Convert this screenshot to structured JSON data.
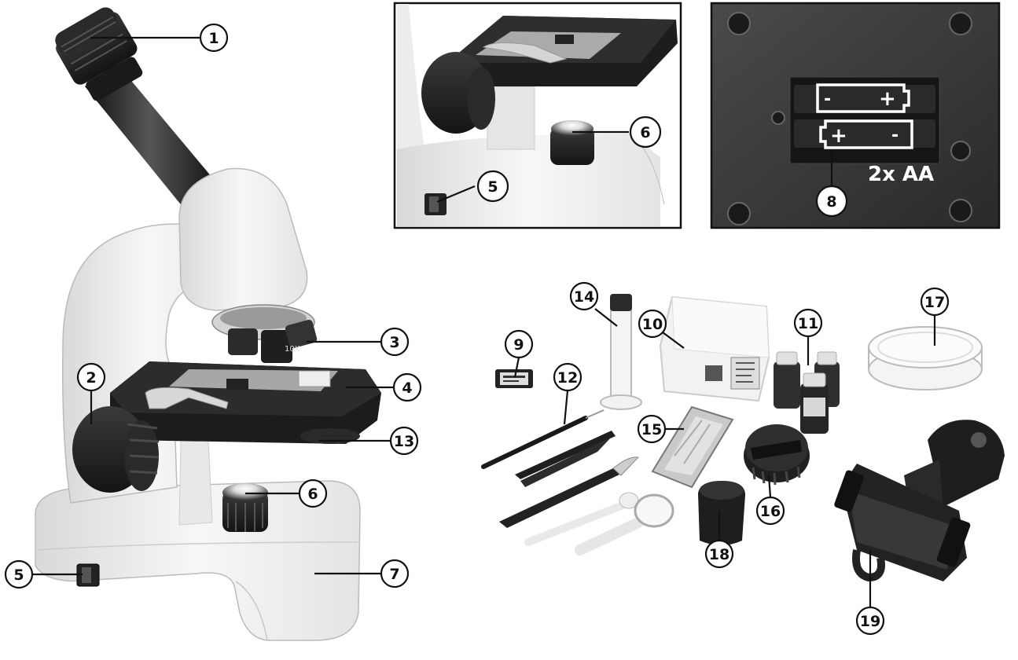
{
  "battery_label": "2x AA",
  "polarity": {
    "plus": "+",
    "minus": "-"
  },
  "objective_label": "10X",
  "callouts": [
    {
      "id": "c1",
      "text": "1"
    },
    {
      "id": "c2",
      "text": "2"
    },
    {
      "id": "c3",
      "text": "3"
    },
    {
      "id": "c4",
      "text": "4"
    },
    {
      "id": "c5",
      "text": "5"
    },
    {
      "id": "c6",
      "text": "6"
    },
    {
      "id": "c7",
      "text": "7"
    },
    {
      "id": "c13",
      "text": "13"
    },
    {
      "id": "c5b",
      "text": "5"
    },
    {
      "id": "c6b",
      "text": "6"
    },
    {
      "id": "c8",
      "text": "8"
    },
    {
      "id": "c9",
      "text": "9"
    },
    {
      "id": "c10",
      "text": "10"
    },
    {
      "id": "c11",
      "text": "11"
    },
    {
      "id": "c12",
      "text": "12"
    },
    {
      "id": "c14",
      "text": "14"
    },
    {
      "id": "c15",
      "text": "15"
    },
    {
      "id": "c16",
      "text": "16"
    },
    {
      "id": "c17",
      "text": "17"
    },
    {
      "id": "c18",
      "text": "18"
    },
    {
      "id": "c19",
      "text": "19"
    }
  ]
}
